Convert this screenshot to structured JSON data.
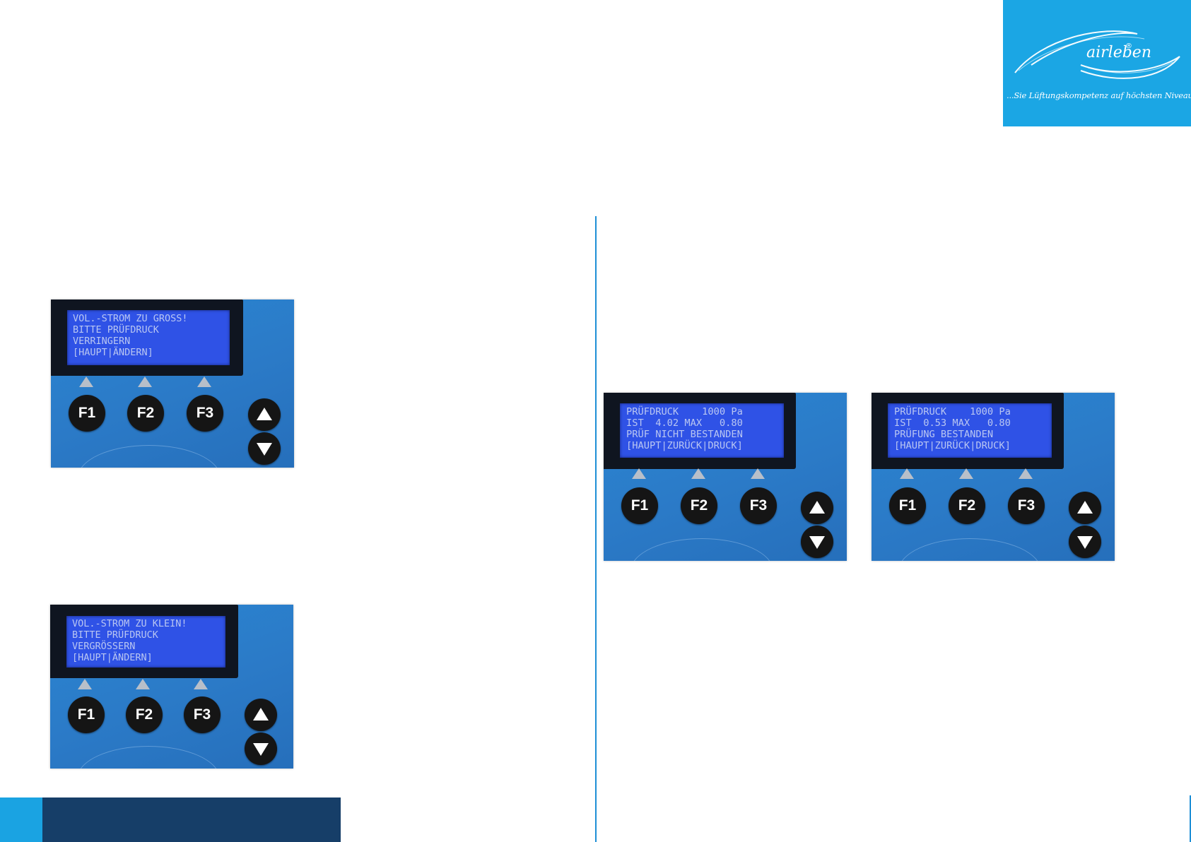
{
  "logo": {
    "brand": "airleben",
    "registered": "®",
    "tagline": "...Sie Lüftungskompetenz auf höchsten Niveau",
    "background_color": "#1ba6e4"
  },
  "panel_a": {
    "lcd_lines": [
      "VOL.-STROM ZU GROSS!",
      "BITTE PRÜFDRUCK",
      "VERRINGERN",
      "[HAUPT|ÄNDERN]"
    ],
    "keys": {
      "f1": "F1",
      "f2": "F2",
      "f3": "F3"
    }
  },
  "panel_b": {
    "lcd_lines": [
      "VOL.-STROM ZU KLEIN!",
      "BITTE PRÜFDRUCK",
      "VERGRÖSSERN",
      "[HAUPT|ÄNDERN]"
    ],
    "keys": {
      "f1": "F1",
      "f2": "F2",
      "f3": "F3"
    }
  },
  "panel_c": {
    "lcd_lines": [
      "PRÜFDRUCK    1000 Pa",
      "IST  4.02 MAX   0.80",
      "PRÜF NICHT BESTANDEN",
      "[HAUPT|ZURÜCK|DRUCK]"
    ],
    "keys": {
      "f1": "F1",
      "f2": "F2",
      "f3": "F3"
    }
  },
  "panel_d": {
    "lcd_lines": [
      "PRÜFDRUCK    1000 Pa",
      "IST  0.53 MAX   0.80",
      "PRÜFUNG BESTANDEN",
      "[HAUPT|ZURÜCK|DRUCK]"
    ],
    "keys": {
      "f1": "F1",
      "f2": "F2",
      "f3": "F3"
    }
  },
  "colors": {
    "panel_blue": "#2b7ac7",
    "lcd_blue": "#2f52e6",
    "footer_navy": "#163e68",
    "accent_cyan": "#1aa3e2"
  }
}
